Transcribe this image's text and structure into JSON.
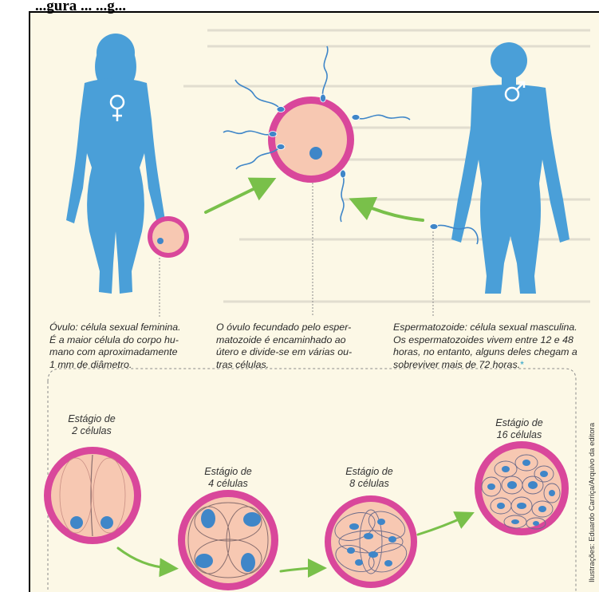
{
  "heading": "...gura ... ...g...",
  "captions": {
    "ovulo": "Óvulo: célula sexual feminina.\nÉ a maior célula do corpo hu-\nmano com aproximadamente\n1 mm de diâmetro.",
    "fecundado": "O óvulo fecundado pelo esper-\nmatozoide é encaminhado ao\nútero e divide-se em várias ou-\ntras células.",
    "espermatozoide": "Espermatozoide: célula sexual masculina.\nOs espermatozoides vivem entre 12 e 48\nhoras, no entanto, alguns deles chegam a\nsobreviver mais de 72 horas."
  },
  "asterisk": "*",
  "stages": [
    {
      "label": "Estágio de\n2 células"
    },
    {
      "label": "Estágio de\n4 células"
    },
    {
      "label": "Estágio de\n8 células"
    },
    {
      "label": "Estágio de\n16 células"
    }
  ],
  "credit": "Ilustrações: Eduardo Carriça/Arquivo da editora",
  "colors": {
    "body": "#4a9fd8",
    "membrane": "#d9479b",
    "cytoplasm": "#f7c8b2",
    "nucleus": "#3f86c8",
    "arrow": "#79c04a",
    "dashed": "#8a8a8a"
  },
  "icons": {
    "female": "female-symbol-icon",
    "male": "male-symbol-icon"
  }
}
